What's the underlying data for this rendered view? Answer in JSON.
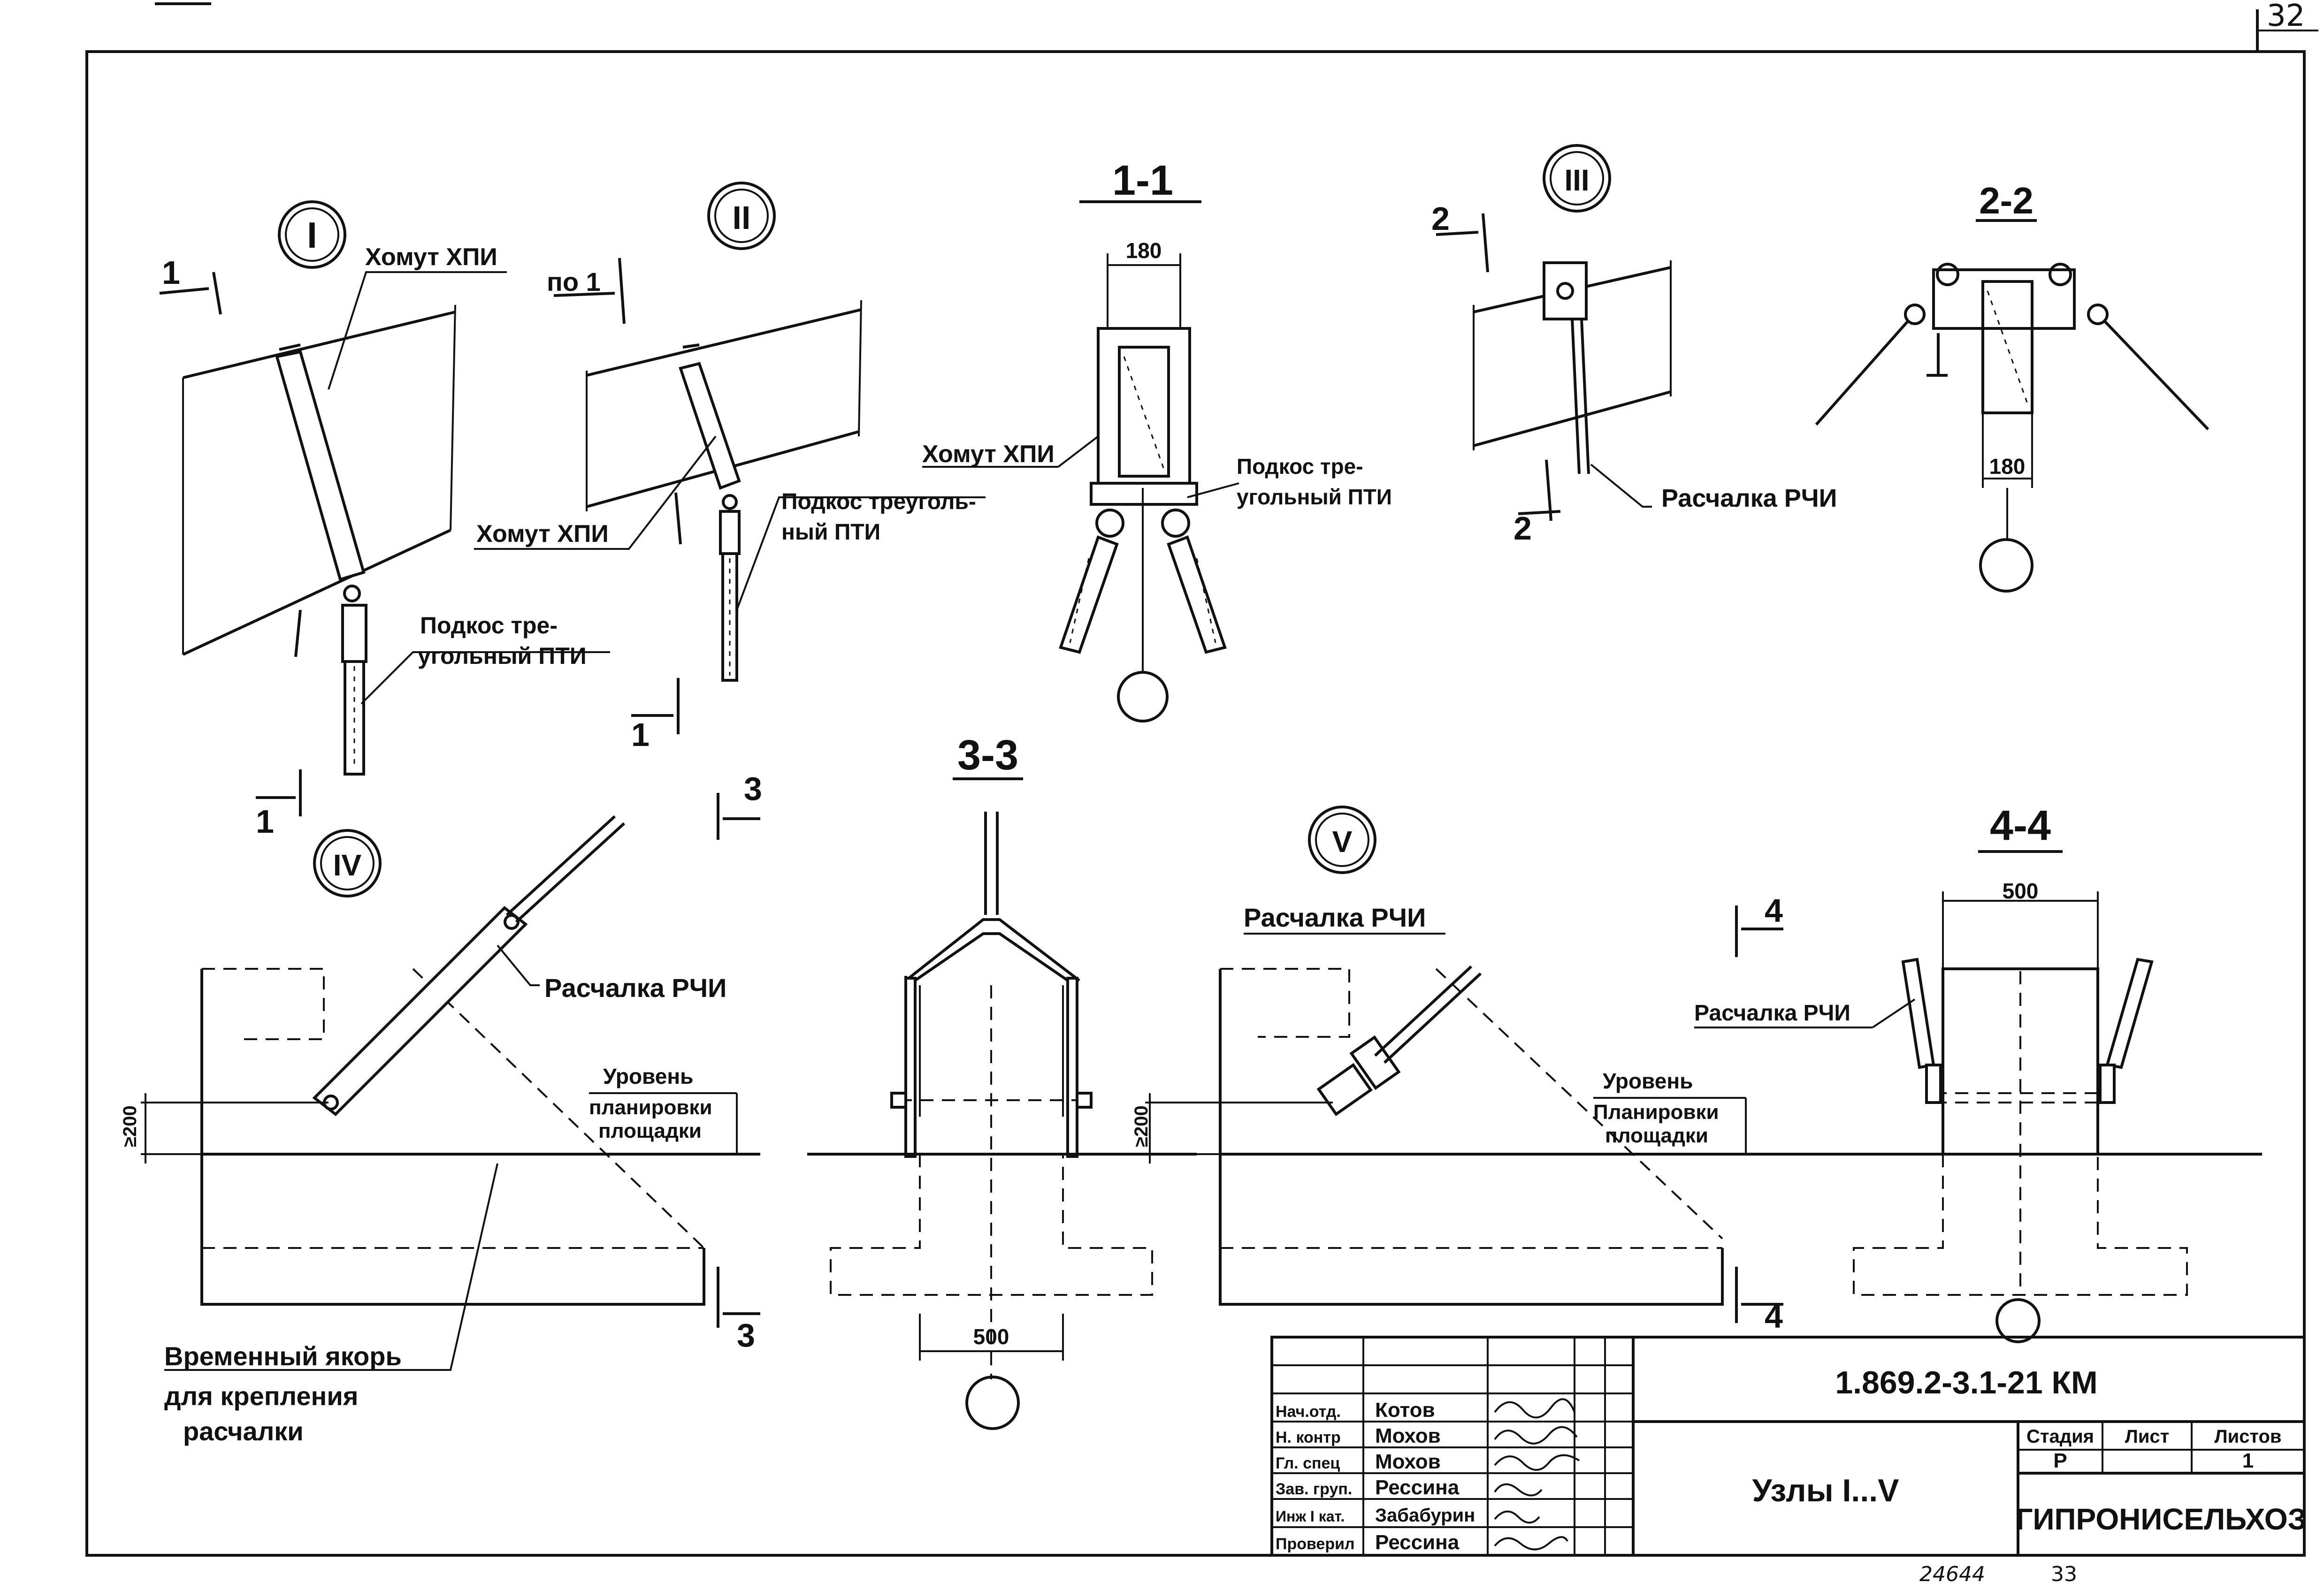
{
  "sheet_number": "32",
  "bottom_note_left": "24644",
  "bottom_note_right": "33",
  "views": {
    "node_1": {
      "marker": "I",
      "clamp_label": "Хомут ХПИ",
      "brace_label_line1": "Подкос тре-",
      "brace_label_line2": "угольный ПТИ",
      "cut_top": "1",
      "cut_bottom": "1"
    },
    "node_2": {
      "marker": "II",
      "cut_top": "по 1",
      "clamp_label": "Хомут ХПИ",
      "brace_label_line1": "Подкос треуголь-",
      "brace_label_line2": "ный ПТИ",
      "cut_bottom": "1"
    },
    "section_1_1": {
      "title": "1-1",
      "dim": "180",
      "clamp_label": "Хомут ХПИ",
      "brace_label_line1": "Подкос тре-",
      "brace_label_line2": "угольный ПТИ"
    },
    "node_3": {
      "marker": "III",
      "cut_top": "2",
      "cut_bottom": "2",
      "guy_label": "Расчалка РЧИ"
    },
    "section_2_2": {
      "title": "2-2",
      "dim": "180"
    },
    "node_4": {
      "marker": "IV",
      "cut": "3",
      "cut_bottom": "3",
      "guy_label": "Расчалка РЧИ",
      "level_line1": "Уровень",
      "level_line2": "планировки",
      "level_line3": "площадки",
      "dim": "≥200",
      "anchor_line1": "Временный якорь",
      "anchor_line2": "для крепления",
      "anchor_line3": "расчалки"
    },
    "section_3_3": {
      "title": "3-3",
      "dim": "500"
    },
    "node_5": {
      "marker": "V",
      "guy_label": "Расчалка РЧИ",
      "level_line1": "Уровень",
      "level_line2": "Планировки",
      "level_line3": "площадки",
      "dim": "≥200",
      "cut_top": "4",
      "cut_bottom": "4"
    },
    "section_4_4": {
      "title": "4-4",
      "dim": "500",
      "guy_label": "Расчалка РЧИ"
    }
  },
  "title_block": {
    "document_code": "1.869.2-3.1-21  КМ",
    "sheet_title": "Узлы I...V",
    "organization": "ГИПРОНИСЕЛЬХОЗ",
    "stage_header": "Стадия",
    "sheet_header": "Лист",
    "sheets_header": "Листов",
    "stage_value": "Р",
    "sheets_value": "1",
    "staff": [
      {
        "role": "Нач.отд.",
        "name": "Котов"
      },
      {
        "role": "Н. контр",
        "name": "Мохов"
      },
      {
        "role": "Гл. спец",
        "name": "Мохов"
      },
      {
        "role": "Зав. груп.",
        "name": "Рессина"
      },
      {
        "role": "Инж I кат.",
        "name": "Забабурин"
      },
      {
        "role": "Проверил",
        "name": "Рессина"
      }
    ]
  }
}
